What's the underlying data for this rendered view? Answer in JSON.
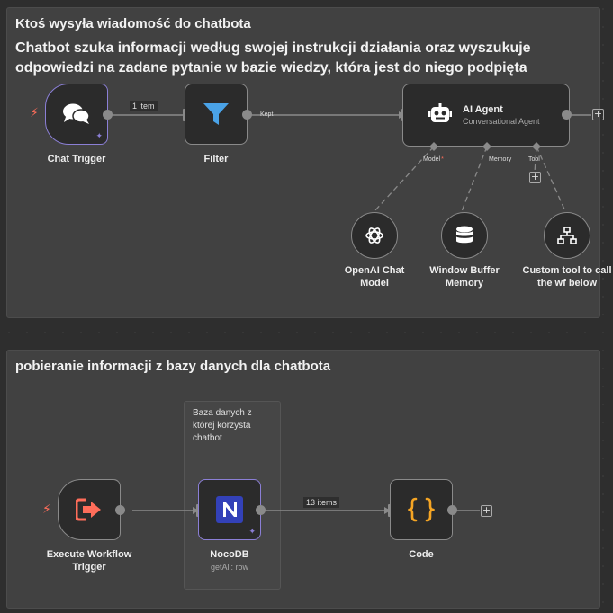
{
  "colors": {
    "canvas": "#2e2e2e",
    "sticky": "#414141",
    "node_border": "#8a8a8a",
    "accent_trigger": "#ff6d5a",
    "filter_blue": "#4aa3e8",
    "code_orange": "#f5a524",
    "nocodb_blue": "#3341b8",
    "selected": "#8b7fd6"
  },
  "sticky_top": {
    "title": "Ktoś wysyła wiadomość do chatbota",
    "body": "Chatbot szuka informacji według swojej instrukcji działania oraz wyszukuje odpowiedzi na zadane pytanie w bazie wiedzy, która jest do niego podpięta"
  },
  "sticky_bottom": {
    "title": "pobieranie informacji z bazy danych dla chatbota"
  },
  "sticky_db": {
    "text": "Baza danych z której korzysta chatbot"
  },
  "nodes": {
    "chat_trigger": {
      "label": "Chat Trigger",
      "icon": "chat-bubbles-icon"
    },
    "filter": {
      "label": "Filter",
      "icon": "funnel-icon"
    },
    "ai_agent": {
      "label": "AI Agent",
      "sublabel": "Conversational Agent",
      "icon": "robot-icon"
    },
    "openai": {
      "label": "OpenAI Chat Model",
      "icon": "openai-icon"
    },
    "memory": {
      "label": "Window Buffer Memory",
      "icon": "database-icon"
    },
    "custom_tool": {
      "label": "Custom tool to call the wf below",
      "icon": "sitemap-icon"
    },
    "exec_trigger": {
      "label": "Execute Workflow Trigger",
      "icon": "sign-in-icon"
    },
    "nocodb": {
      "label": "NocoDB",
      "sublabel": "getAll: row",
      "icon": "nocodb-icon"
    },
    "code": {
      "label": "Code",
      "icon": "braces-icon"
    }
  },
  "connections": {
    "chat_to_filter": "1 item",
    "filter_out": "Kept",
    "nocodb_to_code": "13 items"
  },
  "agent_ports": {
    "model": "Model",
    "model_required": "*",
    "memory": "Memory",
    "tool": "Tool"
  },
  "plus": "+"
}
